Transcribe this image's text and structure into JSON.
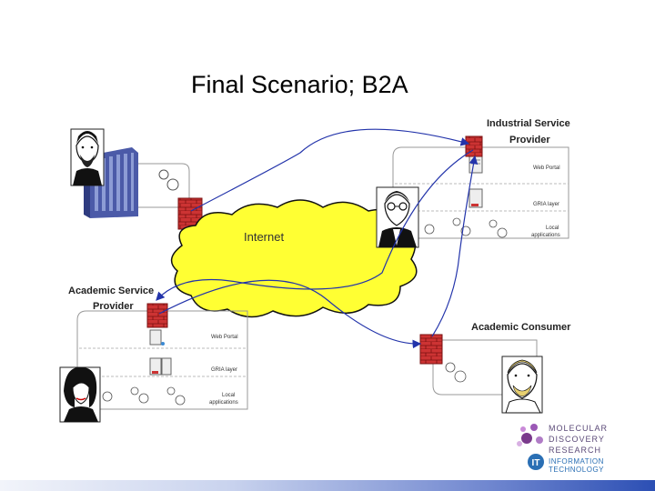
{
  "title": "Final Scenario; B2A",
  "nodes": {
    "industrial": {
      "label_line1": "Industrial Service",
      "label_line2": "Provider",
      "layers": [
        "Web Portal",
        "GRIA layer",
        "Local",
        "applications"
      ]
    },
    "academic_provider": {
      "label_line1": "Academic Service",
      "label_line2": "Provider",
      "layers": [
        "Web Portal",
        "GRIA layer",
        "Local",
        "applications"
      ]
    },
    "academic_consumer": {
      "label": "Academic Consumer"
    },
    "internet": {
      "label": "Internet"
    }
  },
  "logo": {
    "lines": [
      "MOLECULAR",
      "DISCOVERY",
      "RESEARCH"
    ],
    "it_badge": "IT",
    "it_lines": [
      "INFORMATION",
      "TECHNOLOGY"
    ]
  },
  "colors": {
    "cloud_fill": "#ffff33",
    "arrow": "#2233aa",
    "firewall": "#cc3333",
    "building": "#6677bb",
    "logo_purple": "#7a3a8c",
    "logo_blue": "#2a6fb4"
  }
}
